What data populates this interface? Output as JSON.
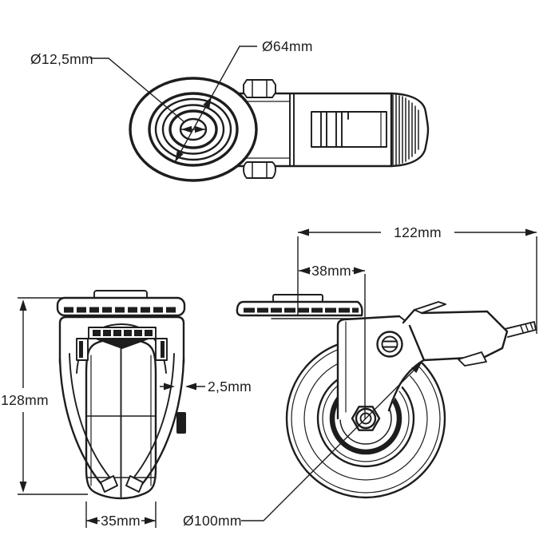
{
  "drawing": {
    "background": "#ffffff",
    "line_color": "#1d1d1d",
    "type": "caster-wheel-technical-drawing"
  },
  "dimensions": {
    "top_view": {
      "hole_diameter": "Ø12,5mm",
      "plate_diameter": "Ø64mm"
    },
    "side_view": {
      "overall_length": "122mm",
      "swivel_offset": "38mm",
      "wheel_diameter": "Ø100mm"
    },
    "front_view": {
      "overall_height": "128mm",
      "tread_thickness": "2,5mm",
      "wheel_width": "35mm"
    }
  }
}
